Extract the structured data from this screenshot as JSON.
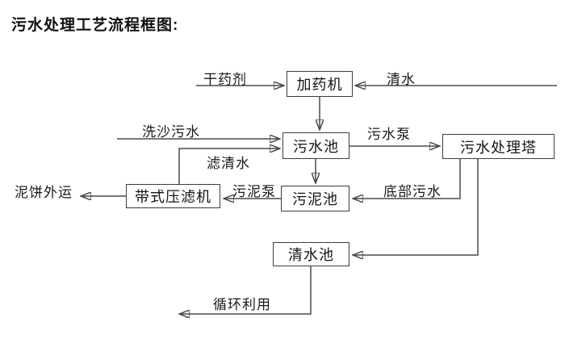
{
  "title": "污水处理工艺流程框图:",
  "nodes": {
    "dosing_machine": "加药机",
    "sewage_pool": "污水池",
    "treatment_tower": "污水处理塔",
    "sludge_pool": "污泥池",
    "belt_filter_press": "带式压滤机",
    "clean_water_pool": "清水池"
  },
  "labels": {
    "dry_agent": "干药剂",
    "clean_water": "清水",
    "sand_washing_sewage": "洗沙污水",
    "filtered_water": "滤清水",
    "sewage_pump": "污水泵",
    "bottom_sewage": "底部污水",
    "sludge_pump": "污泥泵",
    "mud_cake_out": "泥饼外运",
    "recycling": "循环利用"
  },
  "edges": [
    {
      "from": "干药剂",
      "to": "加药机"
    },
    {
      "from": "清水",
      "to": "加药机"
    },
    {
      "from": "加药机",
      "to": "污水池"
    },
    {
      "from": "洗沙污水",
      "to": "污水池"
    },
    {
      "from": "带式压滤机",
      "to": "污水池",
      "label": "滤清水"
    },
    {
      "from": "污水池",
      "to": "污水处理塔",
      "label": "污水泵"
    },
    {
      "from": "污水池",
      "to": "污泥池"
    },
    {
      "from": "污水处理塔",
      "to": "污泥池",
      "label": "底部污水"
    },
    {
      "from": "污泥池",
      "to": "带式压滤机",
      "label": "污泥泵"
    },
    {
      "from": "带式压滤机",
      "to": "泥饼外运"
    },
    {
      "from": "污水处理塔",
      "to": "清水池"
    },
    {
      "from": "清水池",
      "to": "循环利用"
    }
  ],
  "colors": {
    "line": "#4a4a4a",
    "arrowhead": "#161616",
    "text": "#1a1a1a",
    "background": "#ffffff"
  }
}
